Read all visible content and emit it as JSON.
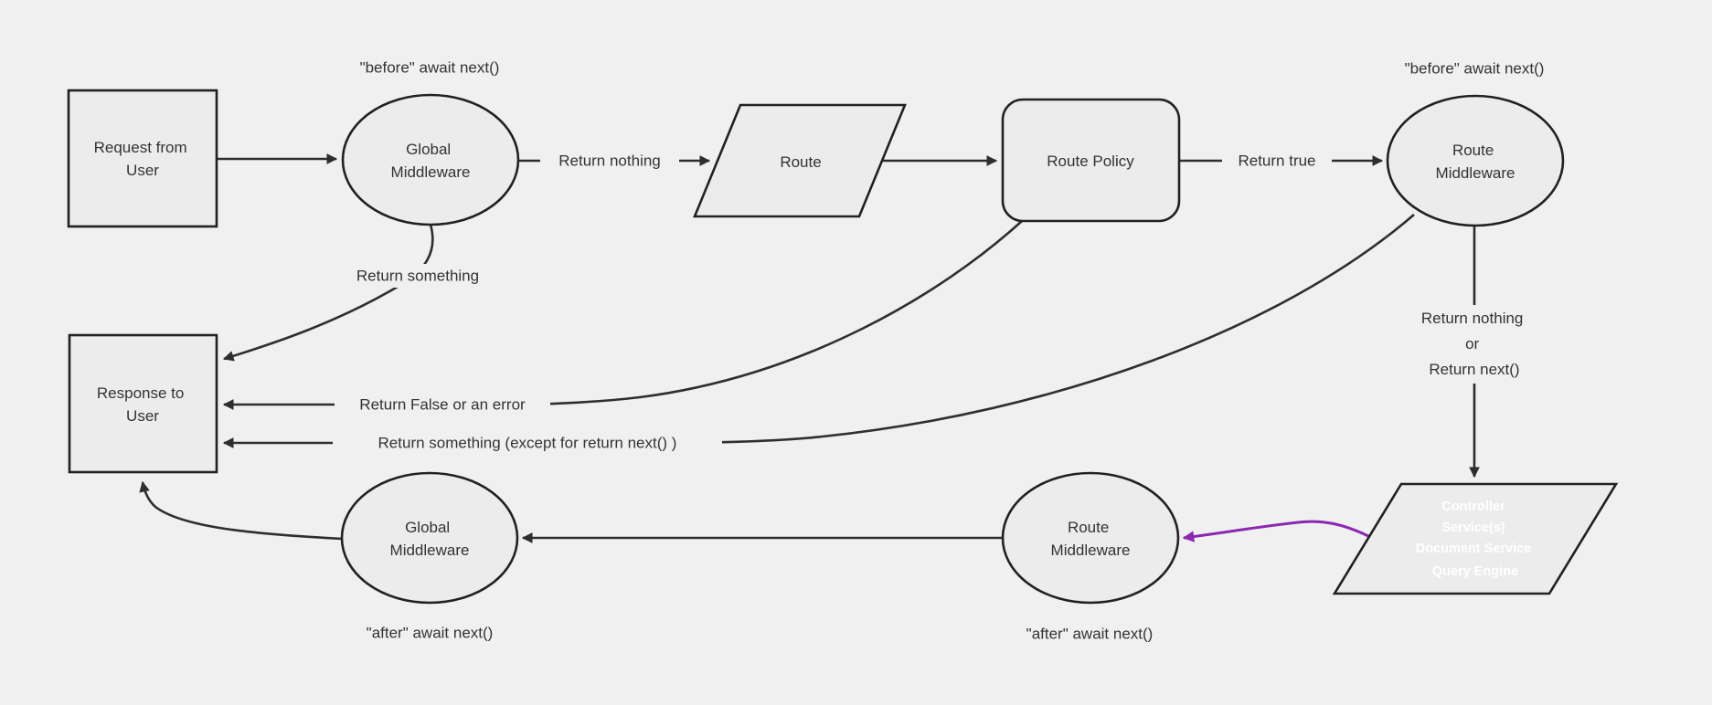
{
  "diagram": {
    "title": "request-middleware-lifecycle-flowchart",
    "colors": {
      "background": "#f0f0f0",
      "node_fill": "#ececec",
      "node_stroke": "#212121",
      "edge_stroke": "#2e2e2e",
      "text": "#333333",
      "accent_purple_fill": "#851ba8",
      "accent_purple_edge": "#8c27b2",
      "controller_text": "#ffffff"
    },
    "nodes": {
      "request": {
        "shape": "rectangle",
        "lines": [
          "Request from",
          "User"
        ]
      },
      "global_middleware_top": {
        "shape": "ellipse",
        "lines": [
          "Global",
          "Middleware"
        ]
      },
      "route": {
        "shape": "parallelogram",
        "lines": [
          "Route"
        ]
      },
      "route_policy": {
        "shape": "rounded-rectangle",
        "lines": [
          "Route Policy"
        ]
      },
      "route_middleware_top": {
        "shape": "ellipse",
        "lines": [
          "Route",
          "Middleware"
        ]
      },
      "controller": {
        "shape": "parallelogram",
        "lines": [
          "Controller",
          "Service(s)",
          "Document Service",
          "Query Engine"
        ]
      },
      "route_middleware_bottom": {
        "shape": "ellipse",
        "lines": [
          "Route",
          "Middleware"
        ]
      },
      "global_middleware_bottom": {
        "shape": "ellipse",
        "lines": [
          "Global",
          "Middleware"
        ]
      },
      "response": {
        "shape": "rectangle",
        "lines": [
          "Response to",
          "User"
        ]
      }
    },
    "edge_labels": {
      "return_nothing": "Return nothing",
      "return_true": "Return true",
      "return_something": "Return something",
      "return_false_or_error": "Return False or an error",
      "return_something_except": "Return something (except for return next() )",
      "return_nothing_or_next": {
        "lines": [
          "Return nothing",
          "or",
          "Return next()"
        ]
      }
    },
    "annotations": {
      "before_await_left": "\"before\" await next()",
      "before_await_right": "\"before\" await next()",
      "after_await_left": "\"after\" await next()",
      "after_await_right": "\"after\" await next()"
    }
  }
}
